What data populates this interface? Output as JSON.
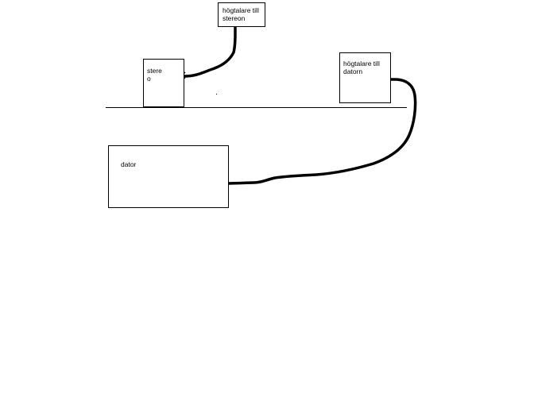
{
  "diagram": {
    "nodes": {
      "speaker_stereo": {
        "line1": "högtalare till",
        "line2": "stereon"
      },
      "stereo": {
        "line1": "stere",
        "line2": "o"
      },
      "speaker_pc": {
        "line1": "högtalare till",
        "line2": "datorn"
      },
      "computer": {
        "line1": "dator"
      }
    },
    "edges": [
      {
        "from": "stereo",
        "to": "speaker_stereo"
      },
      {
        "from": "computer",
        "to": "speaker_pc"
      }
    ],
    "colors": {
      "stroke": "#000000",
      "background": "#ffffff"
    }
  }
}
